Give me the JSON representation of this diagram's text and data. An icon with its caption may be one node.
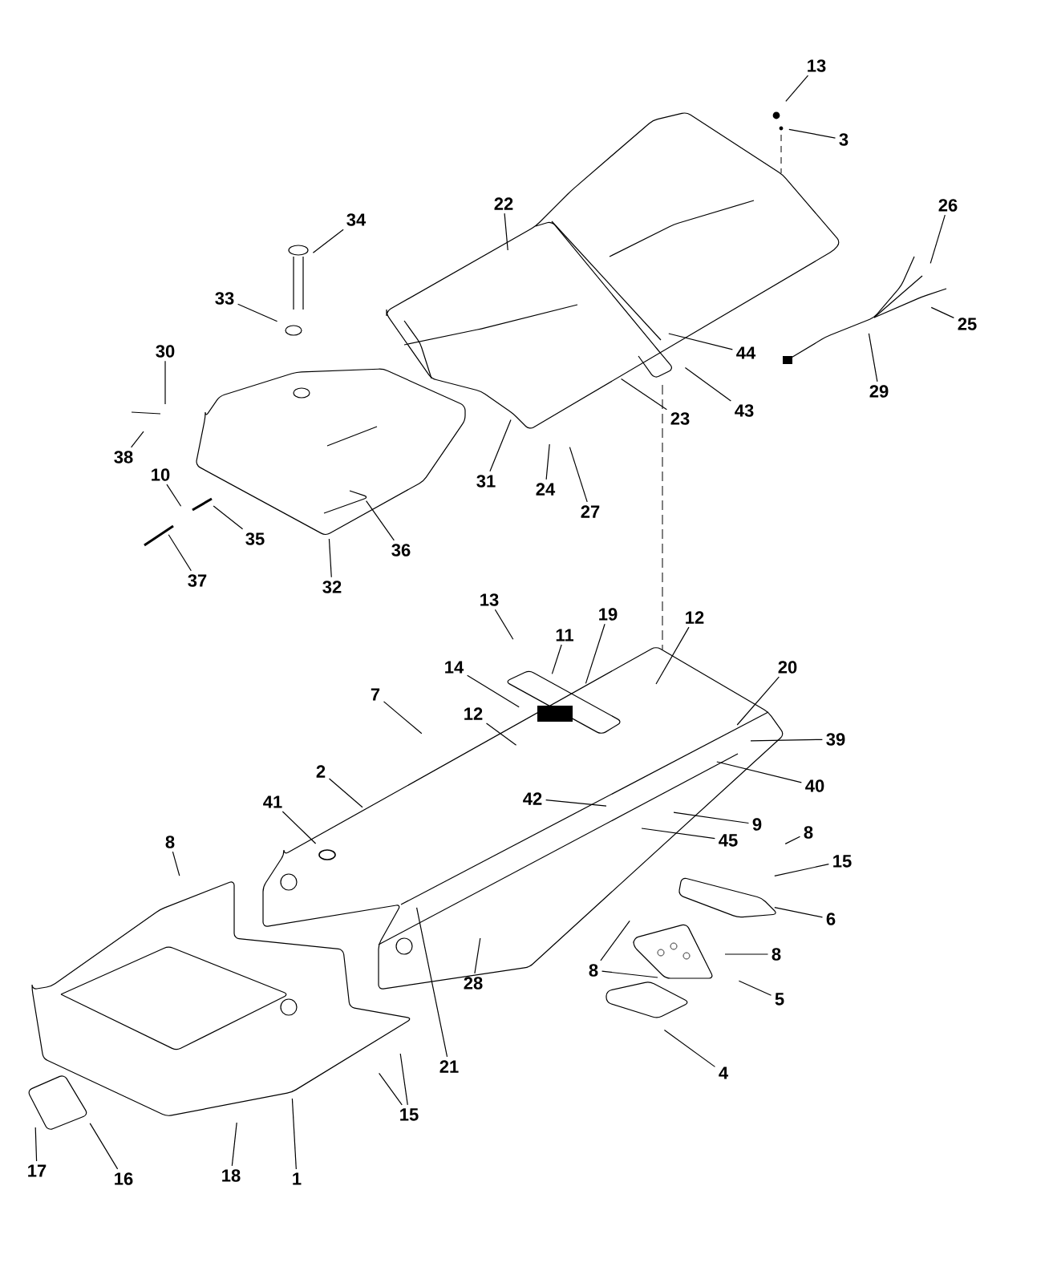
{
  "diagram": {
    "nodes": [
      {
        "text": [
          "13"
        ]
      },
      {
        "text": [
          "3"
        ]
      },
      {
        "text": [
          "22"
        ]
      },
      {
        "text": [
          "26"
        ]
      },
      {
        "text": [
          "34"
        ]
      },
      {
        "text": [
          "33"
        ]
      },
      {
        "text": [
          "25"
        ]
      },
      {
        "text": [
          "30"
        ]
      },
      {
        "text": [
          "44"
        ]
      },
      {
        "text": [
          "29"
        ]
      },
      {
        "text": [
          "43"
        ]
      },
      {
        "text": [
          "23"
        ]
      },
      {
        "text": [
          "38"
        ]
      },
      {
        "text": [
          "10"
        ]
      },
      {
        "text": [
          "31"
        ]
      },
      {
        "text": [
          "24"
        ]
      },
      {
        "text": [
          "27"
        ]
      },
      {
        "text": [
          "35"
        ]
      },
      {
        "text": [
          "36"
        ]
      },
      {
        "text": [
          "37"
        ]
      },
      {
        "text": [
          "32"
        ]
      },
      {
        "text": [
          "13"
        ]
      },
      {
        "text": [
          "12"
        ]
      },
      {
        "text": [
          "19"
        ]
      },
      {
        "text": [
          "11"
        ]
      },
      {
        "text": [
          "14"
        ]
      },
      {
        "text": [
          "20"
        ]
      },
      {
        "text": [
          "7"
        ]
      },
      {
        "text": [
          "12"
        ]
      },
      {
        "text": [
          "39"
        ]
      },
      {
        "text": [
          "2"
        ]
      },
      {
        "text": [
          "40"
        ]
      },
      {
        "text": [
          "42"
        ]
      },
      {
        "text": [
          "41"
        ]
      },
      {
        "text": [
          "9"
        ]
      },
      {
        "text": [
          "8"
        ]
      },
      {
        "text": [
          "45"
        ]
      },
      {
        "text": [
          "8"
        ]
      },
      {
        "text": [
          "15"
        ]
      },
      {
        "text": [
          "6"
        ]
      },
      {
        "text": [
          "8"
        ]
      },
      {
        "text": [
          "8"
        ]
      },
      {
        "text": [
          "28"
        ]
      },
      {
        "text": [
          "5"
        ]
      },
      {
        "text": [
          "21"
        ]
      },
      {
        "text": [
          "4"
        ]
      },
      {
        "text": [
          "15"
        ]
      },
      {
        "text": [
          "16"
        ]
      },
      {
        "text": [
          "1"
        ]
      },
      {
        "text": [
          "17"
        ]
      },
      {
        "text": [
          "18"
        ]
      }
    ],
    "edges": [
      {
        "from": 0,
        "to": null,
        "arrow": "none"
      },
      {
        "from": 1,
        "to": null,
        "arrow": "none"
      },
      {
        "from": 2,
        "to": null,
        "arrow": "none"
      },
      {
        "from": 3,
        "to": null,
        "arrow": "none"
      },
      {
        "from": 4,
        "to": null,
        "arrow": "none"
      },
      {
        "from": 5,
        "to": null,
        "arrow": "none"
      },
      {
        "from": 6,
        "to": null,
        "arrow": "none"
      },
      {
        "from": 7,
        "to": null,
        "arrow": "none"
      },
      {
        "from": 8,
        "to": null,
        "arrow": "none"
      },
      {
        "from": 9,
        "to": null,
        "arrow": "none"
      },
      {
        "from": 10,
        "to": null,
        "arrow": "none"
      },
      {
        "from": 11,
        "to": null,
        "arrow": "none"
      },
      {
        "from": 12,
        "to": null,
        "arrow": "none"
      },
      {
        "from": 13,
        "to": null,
        "arrow": "none"
      },
      {
        "from": 14,
        "to": null,
        "arrow": "none"
      },
      {
        "from": 15,
        "to": null,
        "arrow": "none"
      },
      {
        "from": 16,
        "to": null,
        "arrow": "none"
      },
      {
        "from": 17,
        "to": null,
        "arrow": "none"
      },
      {
        "from": 18,
        "to": null,
        "arrow": "none"
      },
      {
        "from": 19,
        "to": null,
        "arrow": "none"
      },
      {
        "from": 20,
        "to": null,
        "arrow": "none"
      },
      {
        "from": 21,
        "to": null,
        "arrow": "none"
      },
      {
        "from": 22,
        "to": null,
        "arrow": "none"
      },
      {
        "from": 23,
        "to": null,
        "arrow": "none"
      },
      {
        "from": 24,
        "to": null,
        "arrow": "none"
      },
      {
        "from": 25,
        "to": null,
        "arrow": "none"
      },
      {
        "from": 26,
        "to": null,
        "arrow": "none"
      },
      {
        "from": 27,
        "to": null,
        "arrow": "none"
      },
      {
        "from": 28,
        "to": null,
        "arrow": "none"
      },
      {
        "from": 29,
        "to": null,
        "arrow": "none"
      },
      {
        "from": 30,
        "to": null,
        "arrow": "none"
      },
      {
        "from": 31,
        "to": null,
        "arrow": "none"
      },
      {
        "from": 32,
        "to": null,
        "arrow": "none"
      },
      {
        "from": 33,
        "to": null,
        "arrow": "none"
      },
      {
        "from": 34,
        "to": null,
        "arrow": "none"
      },
      {
        "from": 35,
        "to": null,
        "arrow": "none"
      },
      {
        "from": 36,
        "to": null,
        "arrow": "none"
      },
      {
        "from": 37,
        "to": null,
        "arrow": "none"
      },
      {
        "from": 38,
        "to": null,
        "arrow": "none"
      },
      {
        "from": 39,
        "to": null,
        "arrow": "none"
      },
      {
        "from": 40,
        "to": null,
        "arrow": "none"
      },
      {
        "from": 40,
        "to": null,
        "arrow": "none"
      },
      {
        "from": 41,
        "to": null,
        "arrow": "none"
      },
      {
        "from": 42,
        "to": null,
        "arrow": "none"
      },
      {
        "from": 43,
        "to": null,
        "arrow": "none"
      },
      {
        "from": 44,
        "to": null,
        "arrow": "none"
      },
      {
        "from": 45,
        "to": null,
        "arrow": "none"
      },
      {
        "from": 46,
        "to": null,
        "arrow": "none"
      },
      {
        "from": 46,
        "to": null,
        "arrow": "none"
      },
      {
        "from": 47,
        "to": null,
        "arrow": "none"
      },
      {
        "from": 48,
        "to": null,
        "arrow": "none"
      },
      {
        "from": 49,
        "to": null,
        "arrow": "none"
      },
      {
        "from": 50,
        "to": null,
        "arrow": "none"
      }
    ]
  }
}
